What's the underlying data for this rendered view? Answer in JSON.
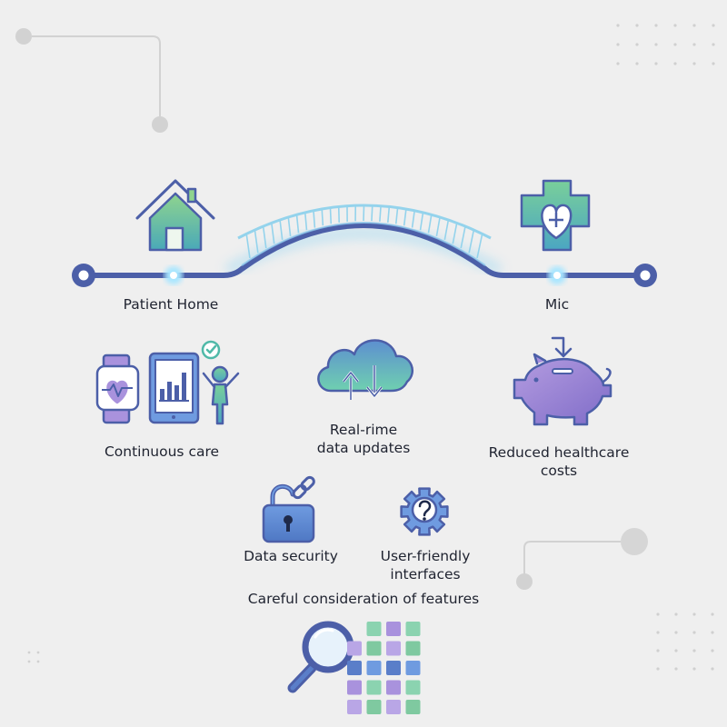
{
  "diagram": {
    "left_node": "Patient Home",
    "right_node": "Mic",
    "features": {
      "continuous_care": "Continuous care",
      "realtime": "Real-rime data updates",
      "reduced_costs": "Reduced healthcare costs",
      "data_security": "Data security",
      "user_friendly": "User-friendly interfaces"
    },
    "footer": "Careful consideration of features"
  },
  "colors": {
    "navy": "#4c5fa8",
    "teal": "#4fb9a8",
    "green": "#7ccf8a",
    "blue": "#5a7ec9",
    "purple": "#9b86d4",
    "glow": "#a8dcf5"
  },
  "icons": [
    "house-icon",
    "medical-cross-heart-icon",
    "smartwatch-heart-icon",
    "tablet-chart-icon",
    "person-check-icon",
    "cloud-sync-icon",
    "piggy-bank-icon",
    "padlock-chain-icon",
    "gear-question-icon",
    "magnifier-icon",
    "data-grid-icon"
  ]
}
